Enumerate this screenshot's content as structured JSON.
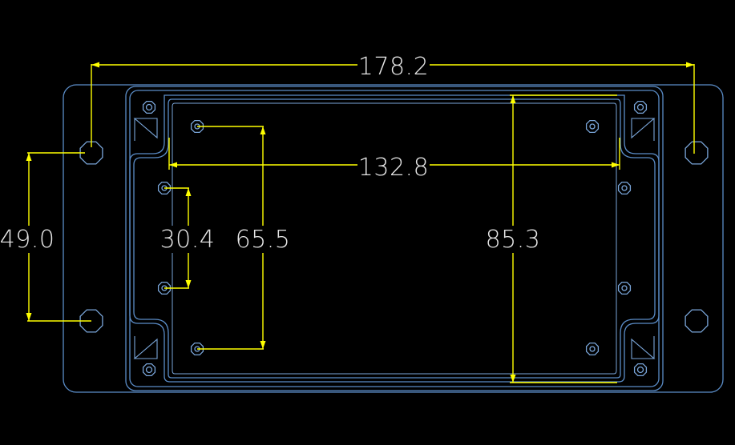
{
  "colors": {
    "background": "#000000",
    "outline": "#5b8dc8",
    "outline_inner": "#7aa6da",
    "dimension": "#ffff00",
    "label": "#e6e6e6"
  },
  "dimensions": {
    "overall_width": "178.2",
    "inner_width": "132.8",
    "flange_hole_spacing": "49.0",
    "pcb_hole_spacing_small": "30.4",
    "pcb_hole_spacing_large": "65.5",
    "inner_height": "85.3"
  },
  "icons": {
    "hole": "mounting-hole-icon",
    "corner": "corner-lug-icon"
  }
}
